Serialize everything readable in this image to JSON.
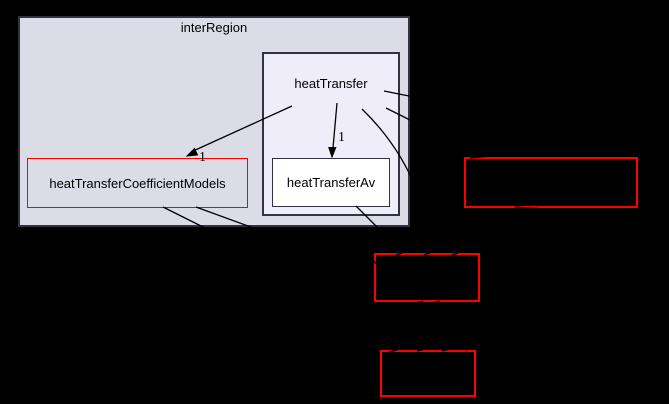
{
  "diagram": {
    "type": "directory-dependency-graph",
    "background_color": "#000000",
    "clusters": {
      "outer": {
        "label": "interRegion",
        "fill": "#dcdce6",
        "border_color": "#33333f"
      },
      "inner": {
        "label": "heatTransfer",
        "fill": "#eeedf8",
        "border_color": "#33333f"
      }
    },
    "nodes": {
      "coefficient_models": {
        "label": "heatTransferCoefficientModels",
        "border_color": "#ff0000",
        "fill": "#dcdce6"
      },
      "heat_transfer_av": {
        "label": "heatTransferAv",
        "border_color": "#33333f",
        "fill": "#ffffff"
      },
      "external_top_right": {
        "label": "",
        "border_color": "#ff0000",
        "fill": "#000000"
      },
      "external_middle": {
        "label": "",
        "border_color": "#ff0000",
        "fill": "#000000"
      },
      "external_bottom": {
        "label": "",
        "border_color": "#ff0000",
        "fill": "#000000"
      }
    },
    "edges": {
      "heattransfer_to_coefficient_models": {
        "label": "1"
      },
      "heattransfer_to_heat_transfer_av": {
        "label": "1"
      }
    },
    "edge_color": "#000000"
  }
}
